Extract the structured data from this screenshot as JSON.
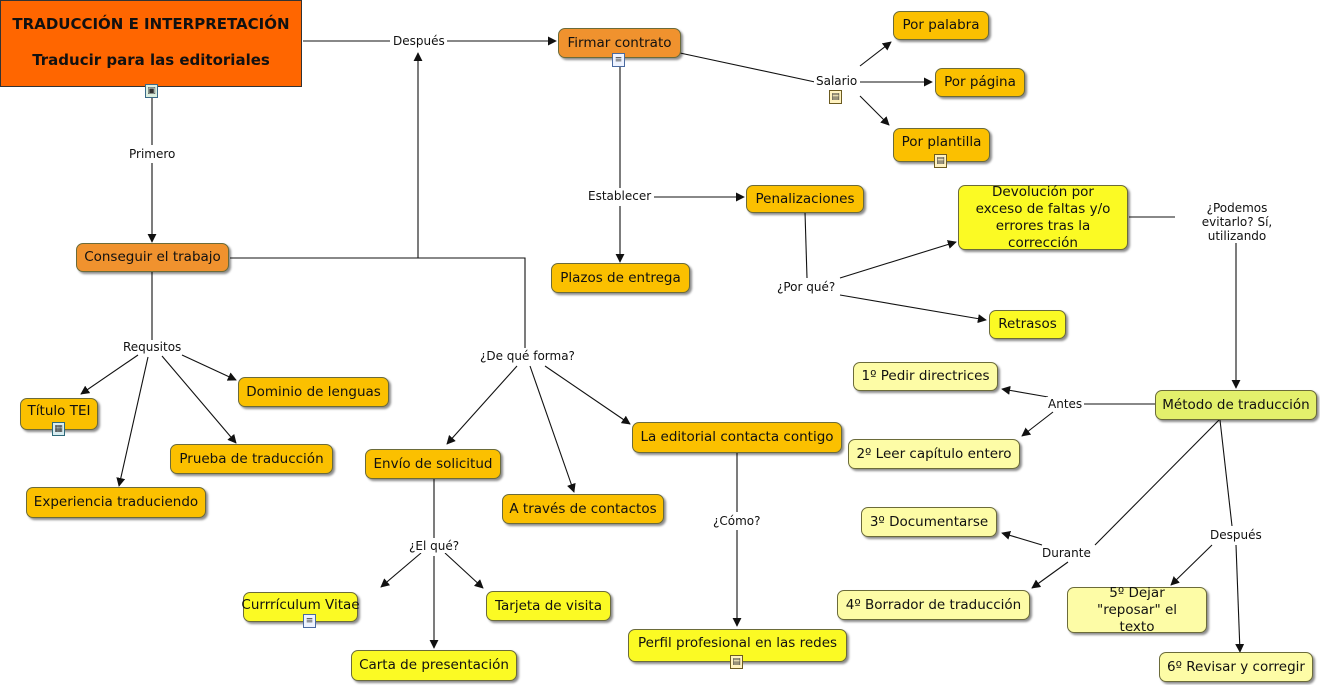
{
  "title": {
    "line1": "TRADUCCIÓN E INTERPRETACIÓN",
    "line2": "Traducir para las editoriales"
  },
  "nodes": {
    "conseguir": "Conseguir el trabajo",
    "firmar": "Firmar contrato",
    "por_palabra": "Por palabra",
    "por_pagina": "Por página",
    "por_plantilla": "Por plantilla",
    "penalizaciones": "Penalizaciones",
    "plazos": "Plazos de entrega",
    "devolucion": "Devolución por exceso de faltas y/o errores tras la corrección",
    "retrasos": "Retrasos",
    "titulo_tei": "Título TEI",
    "dominio": "Dominio de lenguas",
    "prueba": "Prueba de traducción",
    "experiencia": "Experiencia traduciendo",
    "envio": "Envío de solicitud",
    "contactos": "A través de contactos",
    "editorial": "La editorial contacta contigo",
    "curriculum": "Currrículum Vitae",
    "tarjeta": "Tarjeta de visita",
    "carta": "Carta de presentación",
    "perfil": "Perfil profesional en las redes",
    "metodo": "Método de traducción",
    "paso1": "1º Pedir directrices",
    "paso2": "2º Leer capítulo entero",
    "paso3": "3º Documentarse",
    "paso4": "4º Borrador de traducción",
    "paso5": "5º Dejar \"reposar\" el texto",
    "paso6": "6º Revisar y corregir"
  },
  "links": {
    "despues_top": "Después",
    "primero": "Primero",
    "salario": "Salario",
    "establecer": "Establecer",
    "por_que": "¿Por qué?",
    "podemos": "¿Podemos evitarlo? Sí, utilizando",
    "requisitos": "Requsitos",
    "de_que_forma": "¿De qué forma?",
    "el_que": "¿El qué?",
    "como": "¿Cómo?",
    "antes": "Antes",
    "durante": "Durante",
    "despues_metodo": "Después"
  },
  "icons": {
    "title": "image-icon",
    "firmar": "document-icon",
    "salario": "form-icon",
    "por_plantilla": "form-icon",
    "titulo_tei": "film-icon",
    "curriculum": "document-icon",
    "perfil": "form-icon"
  }
}
